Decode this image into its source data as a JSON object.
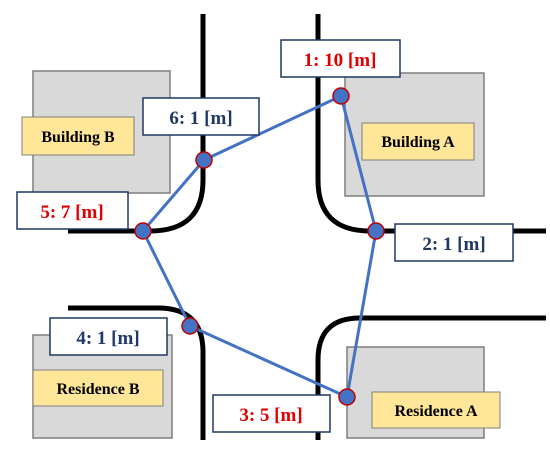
{
  "colors": {
    "building_fill": "#d9d9d9",
    "building_stroke": "#7f7f7f",
    "tag_fill": "#ffe699",
    "tag_stroke": "#7f7f7f",
    "road": "#000000",
    "route": "#4472c4",
    "node_fill": "#4472c4",
    "node_stroke": "#c00000",
    "label_box_stroke": "#1f3864",
    "red_text": "#e00000",
    "navy_text": "#1f3864"
  },
  "buildings": [
    {
      "id": "building-a",
      "name": "Building A"
    },
    {
      "id": "building-b",
      "name": "Building B"
    },
    {
      "id": "residence-a",
      "name": "Residence A"
    },
    {
      "id": "residence-b",
      "name": "Residence B"
    }
  ],
  "waypoints": [
    {
      "id": 1,
      "label": "1:  10 [m]",
      "color": "red"
    },
    {
      "id": 2,
      "label": "2:  1 [m]",
      "color": "navy"
    },
    {
      "id": 3,
      "label": "3:  5 [m]",
      "color": "red"
    },
    {
      "id": 4,
      "label": "4:  1 [m]",
      "color": "navy"
    },
    {
      "id": 5,
      "label": "5:  7 [m]",
      "color": "red"
    },
    {
      "id": 6,
      "label": "6:  1 [m]",
      "color": "navy"
    }
  ]
}
